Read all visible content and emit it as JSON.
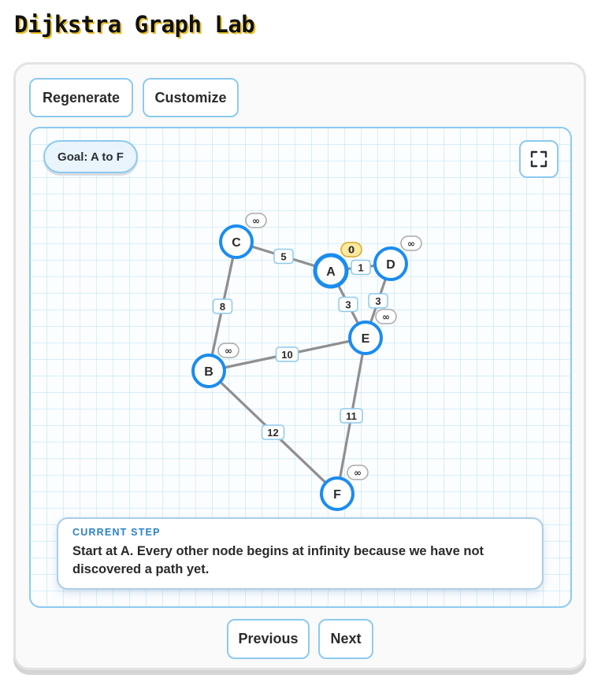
{
  "app": {
    "title": "Dijkstra Graph Lab"
  },
  "toolbar": {
    "regenerate_label": "Regenerate",
    "customize_label": "Customize"
  },
  "canvas": {
    "goal_label": "Goal: A to F",
    "fullscreen_icon": "fullscreen-icon"
  },
  "graph": {
    "nodes": [
      {
        "id": "A",
        "distance": "0",
        "current": true
      },
      {
        "id": "B",
        "distance": "∞",
        "current": false
      },
      {
        "id": "C",
        "distance": "∞",
        "current": false
      },
      {
        "id": "D",
        "distance": "∞",
        "current": false
      },
      {
        "id": "E",
        "distance": "∞",
        "current": false
      },
      {
        "id": "F",
        "distance": "∞",
        "current": false
      }
    ],
    "edges": [
      {
        "from": "C",
        "to": "A",
        "weight": "5"
      },
      {
        "from": "A",
        "to": "D",
        "weight": "1"
      },
      {
        "from": "C",
        "to": "B",
        "weight": "8"
      },
      {
        "from": "A",
        "to": "E",
        "weight": "3"
      },
      {
        "from": "D",
        "to": "E",
        "weight": "3"
      },
      {
        "from": "B",
        "to": "E",
        "weight": "10"
      },
      {
        "from": "B",
        "to": "F",
        "weight": "12"
      },
      {
        "from": "E",
        "to": "F",
        "weight": "11"
      }
    ]
  },
  "step": {
    "label": "CURRENT STEP",
    "text": "Start at A. Every other node begins at infinity because we have not discovered a path yet."
  },
  "navigation": {
    "previous_label": "Previous",
    "next_label": "Next"
  },
  "colors": {
    "accent": "#1a8cf0",
    "border": "#8ccaf0",
    "edge": "#8f8f8f",
    "current_distance_fill": "#fde9a0",
    "current_distance_stroke": "#d6a824"
  }
}
